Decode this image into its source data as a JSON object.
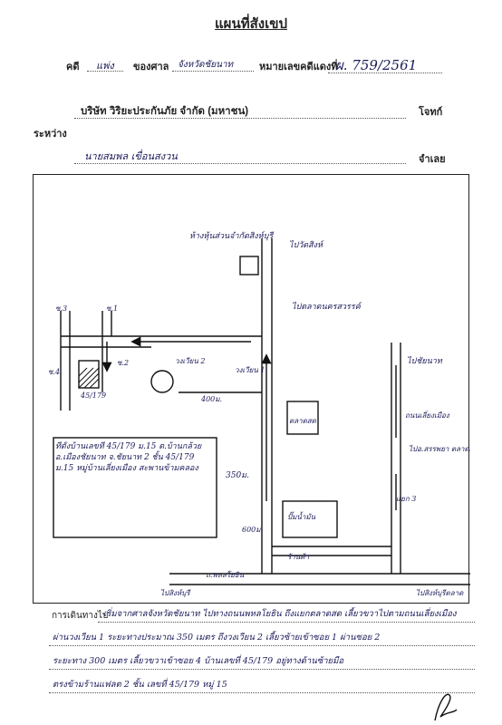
{
  "header": {
    "title": "แผนที่สังเขป",
    "case_word": "คดี",
    "case_type": "แพ่ง",
    "court_word": "ของศาล",
    "court_name": "จังหวัดชัยนาท",
    "black_no_label": "หมายเลขคดีแดงที่",
    "black_no_value": "ผ. 759/2561",
    "plaintiff": "บริษัท วิริยะประกันภัย จำกัด (มหาชน)",
    "plaintiff_role": "โจทก์",
    "between_word": "ระหว่าง",
    "defendant": "นายสมพล   เขื่อนสงวน",
    "defendant_role": "จำเลย"
  },
  "map": {
    "labels": {
      "top_building": "ห้างหุ้นส่วนจำกัดสิงห์บุรี",
      "to_north": "ไปวัดสิงห์",
      "to_school": "ไปตลาดนครสวรรค์",
      "s3": "ซ.3",
      "s1": "ซ.1",
      "s4": "ซ.4",
      "s2": "ซ.2",
      "house_no": "45/179",
      "roundabout": "วงเวียน 2",
      "roundabout_1": "วงเวียน 1",
      "dist_400": "400ม.",
      "dist_350": "350ม.",
      "dist_600": "600ม.",
      "market": "ตลาดสด",
      "right_top": "ไปชัยนาท",
      "right_mid": "ถนนเลี่ยงเมือง",
      "right_lower": "ไปอ.สรรพยา ตลาดเก่า",
      "junction": "แยก 3",
      "gas_station": "ปั๊มน้ำมัน",
      "shop": "ร้านค้า",
      "bottom_road": "ถ.พหลโยธิน",
      "bottom_left": "ไปสิงห์บุรี",
      "bottom_right": "ไปสิงห์บุรีตลาด",
      "note": "ที่ตั้งบ้านเลขที่ 45/179 ม.15 ต.บ้านกล้วย อ.เมืองชัยนาท จ.ชัยนาท 2 ชั้น 45/179 ม.15 หมู่บ้านเลี่ยงเมือง สะพานข้ามคลอง"
    }
  },
  "directions": {
    "label": "การเดินทางไป",
    "lines": [
      "เริ่มจากศาลจังหวัดชัยนาท ไปทางถนนพหลโยธิน ถึงแยกตลาดสด เลี้ยวขวาไปตามถนนเลี่ยงเมือง",
      "ผ่านวงเวียน 1 ระยะทางประมาณ 350 เมตร ถึงวงเวียน 2 เลี้ยวซ้ายเข้าซอย 1 ผ่านซอย 2",
      "ระยะทาง 300 เมตร เลี้ยวขวาเข้าซอย 4 บ้านเลขที่ 45/179 อยู่ทางด้านซ้ายมือ",
      "ตรงข้ามร้านแฟลต 2 ชั้น เลขที่ 45/179 หมู่ 15"
    ]
  }
}
